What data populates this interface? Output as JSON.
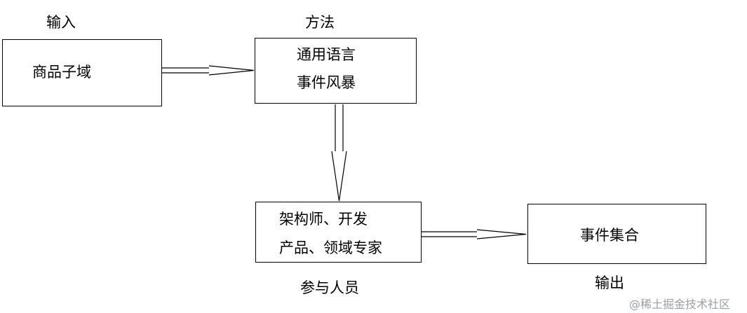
{
  "labels": {
    "input": "输入",
    "method": "方法",
    "participants": "参与人员",
    "output": "输出"
  },
  "boxes": {
    "subdomain": {
      "text": "商品子域"
    },
    "method": {
      "line1": "通用语言",
      "line2": "事件风暴"
    },
    "participants": {
      "line1": "架构师、开发",
      "line2": "产品、领域专家"
    },
    "events": {
      "text": "事件集合"
    }
  },
  "watermark": "@稀土掘金技术社区"
}
